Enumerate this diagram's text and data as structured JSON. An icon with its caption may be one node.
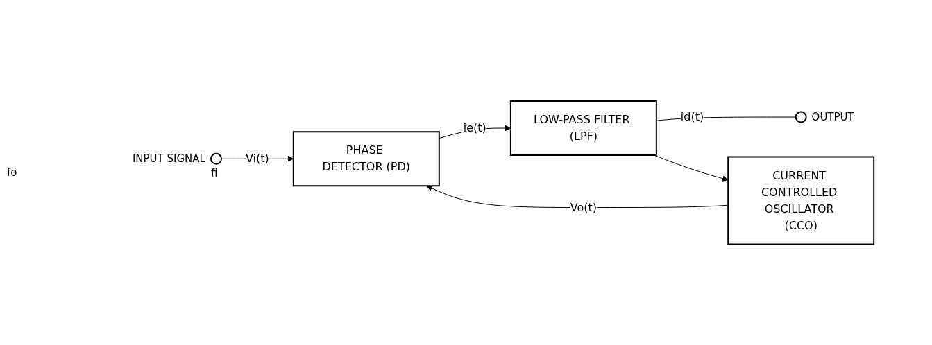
{
  "diagram": {
    "nodes": [
      {
        "text": [],
        "shape": "circle",
        "beside": [
          "INPUT SIGNAL",
          "fi"
        ]
      },
      {
        "text": [
          "PHASE DETECTOR (PD)"
        ]
      },
      {
        "text": [
          "LOW-PASS FILTER (LPF)"
        ]
      },
      {
        "text": [],
        "shape": "circle",
        "beside": [
          "OUTPUT"
        ]
      },
      {
        "text": [
          "CURRENT CONTROLLED OSCILLATOR (CCO)"
        ]
      }
    ],
    "edges": [
      {
        "from": 0,
        "to": 1,
        "arrow": "to",
        "label": "Vi(t)"
      },
      {
        "from": 1,
        "to": 2,
        "arrow": "to",
        "label": "ie(t)"
      },
      {
        "from": 2,
        "to": 3,
        "arrow": "none",
        "label": "id(t)"
      },
      {
        "from": 2,
        "to": 4,
        "arrow": "to"
      },
      {
        "from": 4,
        "to": 1,
        "arrow": "to",
        "label": "Vo(t)"
      }
    ],
    "labels": [
      "fo"
    ]
  }
}
